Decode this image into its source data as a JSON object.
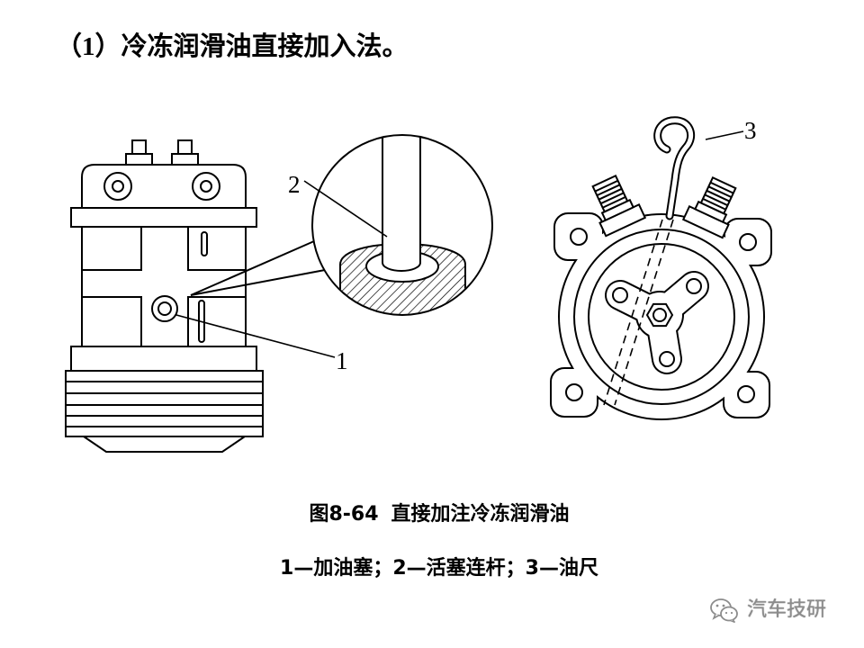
{
  "heading": "（1）冷冻润滑油直接加入法。",
  "figure": {
    "callout_1": "1",
    "callout_2": "2",
    "callout_3": "3",
    "number": "图8-64",
    "title": "直接加注冷冻润滑油",
    "legend": "1—加油塞；2—活塞连杆；3—油尺"
  },
  "watermark": {
    "icon": "wechat-icon",
    "text": "汽车技研"
  },
  "colors": {
    "background": "#ffffff",
    "ink": "#000000",
    "watermark": "#8c8c8c"
  }
}
